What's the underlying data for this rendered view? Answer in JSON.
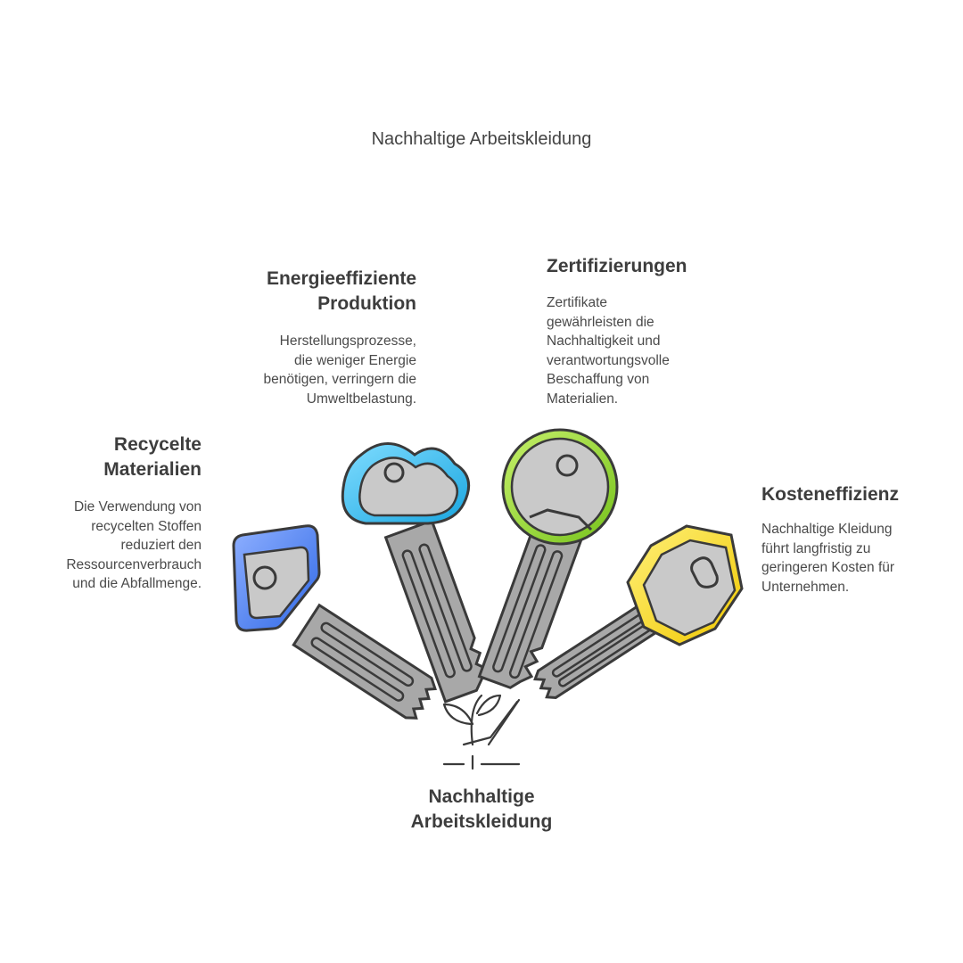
{
  "title": "Nachhaltige Arbeitskleidung",
  "items": [
    {
      "heading_lines": [
        "Recycelte",
        "Materialien"
      ],
      "text_lines": [
        "Die Verwendung von",
        "recycelten Stoffen",
        "reduziert den",
        "Ressourcenverbrauch",
        "und die Abfallmenge."
      ],
      "color": "#4f7fe6"
    },
    {
      "heading_lines": [
        "Energieeffiziente",
        "Produktion"
      ],
      "text_lines": [
        "Herstellungsprozesse,",
        "die weniger Energie",
        "benötigen, verringern die",
        "Umweltbelastung."
      ],
      "color": "#33b7e8"
    },
    {
      "heading_lines": [
        "Zertifizierungen"
      ],
      "text_lines": [
        "Zertifikate",
        "gewährleisten die",
        "Nachhaltigkeit und",
        "verantwortungsvolle",
        "Beschaffung von",
        "Materialien."
      ],
      "color": "#8fd12a"
    },
    {
      "heading_lines": [
        "Kosteneffizienz"
      ],
      "text_lines": [
        "Nachhaltige Kleidung",
        "führt langfristig zu",
        "geringeren Kosten für",
        "Unternehmen."
      ],
      "color": "#f2cf1f"
    }
  ],
  "center": {
    "heading_lines": [
      "Nachhaltige",
      "Arbeitskleidung"
    ],
    "icon": "sprout-hand-icon"
  }
}
